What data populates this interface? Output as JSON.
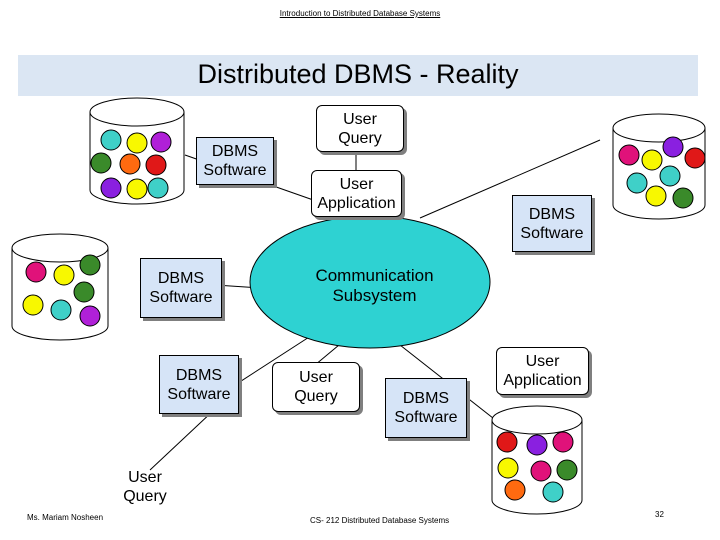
{
  "header": {
    "course_title": "Introduction to Distributed Database Systems"
  },
  "slide": {
    "title": "Distributed DBMS - Reality"
  },
  "nodes": {
    "software_1": {
      "line1": "DBMS",
      "line2": "Software"
    },
    "software_2": {
      "line1": "DBMS",
      "line2": "Software"
    },
    "software_3": {
      "line1": "DBMS",
      "line2": "Software"
    },
    "software_4": {
      "line1": "DBMS",
      "line2": "Software"
    },
    "software_5": {
      "line1": "DBMS",
      "line2": "Software"
    },
    "query_top": {
      "line1": "User",
      "line2": "Query"
    },
    "application_top": {
      "line1": "User",
      "line2": "Application"
    },
    "query_middle": {
      "line1": "User",
      "line2": "Query"
    },
    "application_right": {
      "line1": "User",
      "line2": "Application"
    },
    "query_bottom": {
      "line1": "User",
      "line2": "Query"
    },
    "network": {
      "line1": "Communication",
      "line2": "Subsystem"
    }
  },
  "colors": {
    "network": "#2ed2d2",
    "box_fill": "#d6e4f7",
    "title_bar": "#dbe6f3",
    "balls": {
      "cyan": "#3fd0c8",
      "yellow": "#f8f800",
      "purple": "#b020d8",
      "magenta": "#e0127a",
      "green": "#3a8a2a",
      "orange": "#ff6a10",
      "red": "#e01818",
      "violet": "#8a20e0"
    }
  },
  "footer": {
    "author": "Ms. Mariam Nosheen",
    "course": "CS- 212 Distributed Database Systems",
    "page": "32"
  }
}
